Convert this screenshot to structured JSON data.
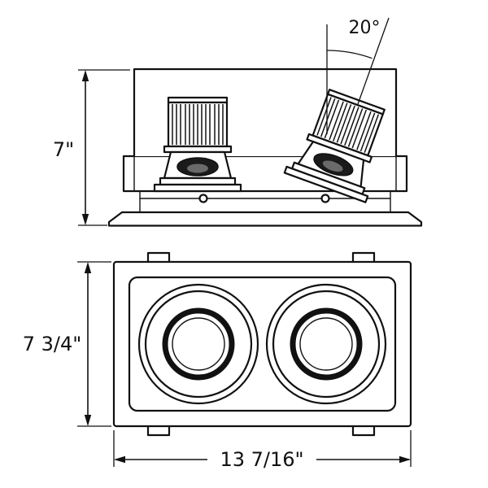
{
  "page": {
    "background_color": "#ffffff",
    "line_color": "#111111",
    "lens_color": "#1b1b1b",
    "lens_inner_color": "#6a6a6a",
    "description": "Technical dimension drawing of a two-head recessed multiple downlight fixture: side elevation with tilt angle, and front face view"
  },
  "side_view": {
    "angle_label": "20°",
    "height_label": "7\""
  },
  "front_view": {
    "height_label": "7 3/4\"",
    "width_label": "13 7/16\""
  }
}
